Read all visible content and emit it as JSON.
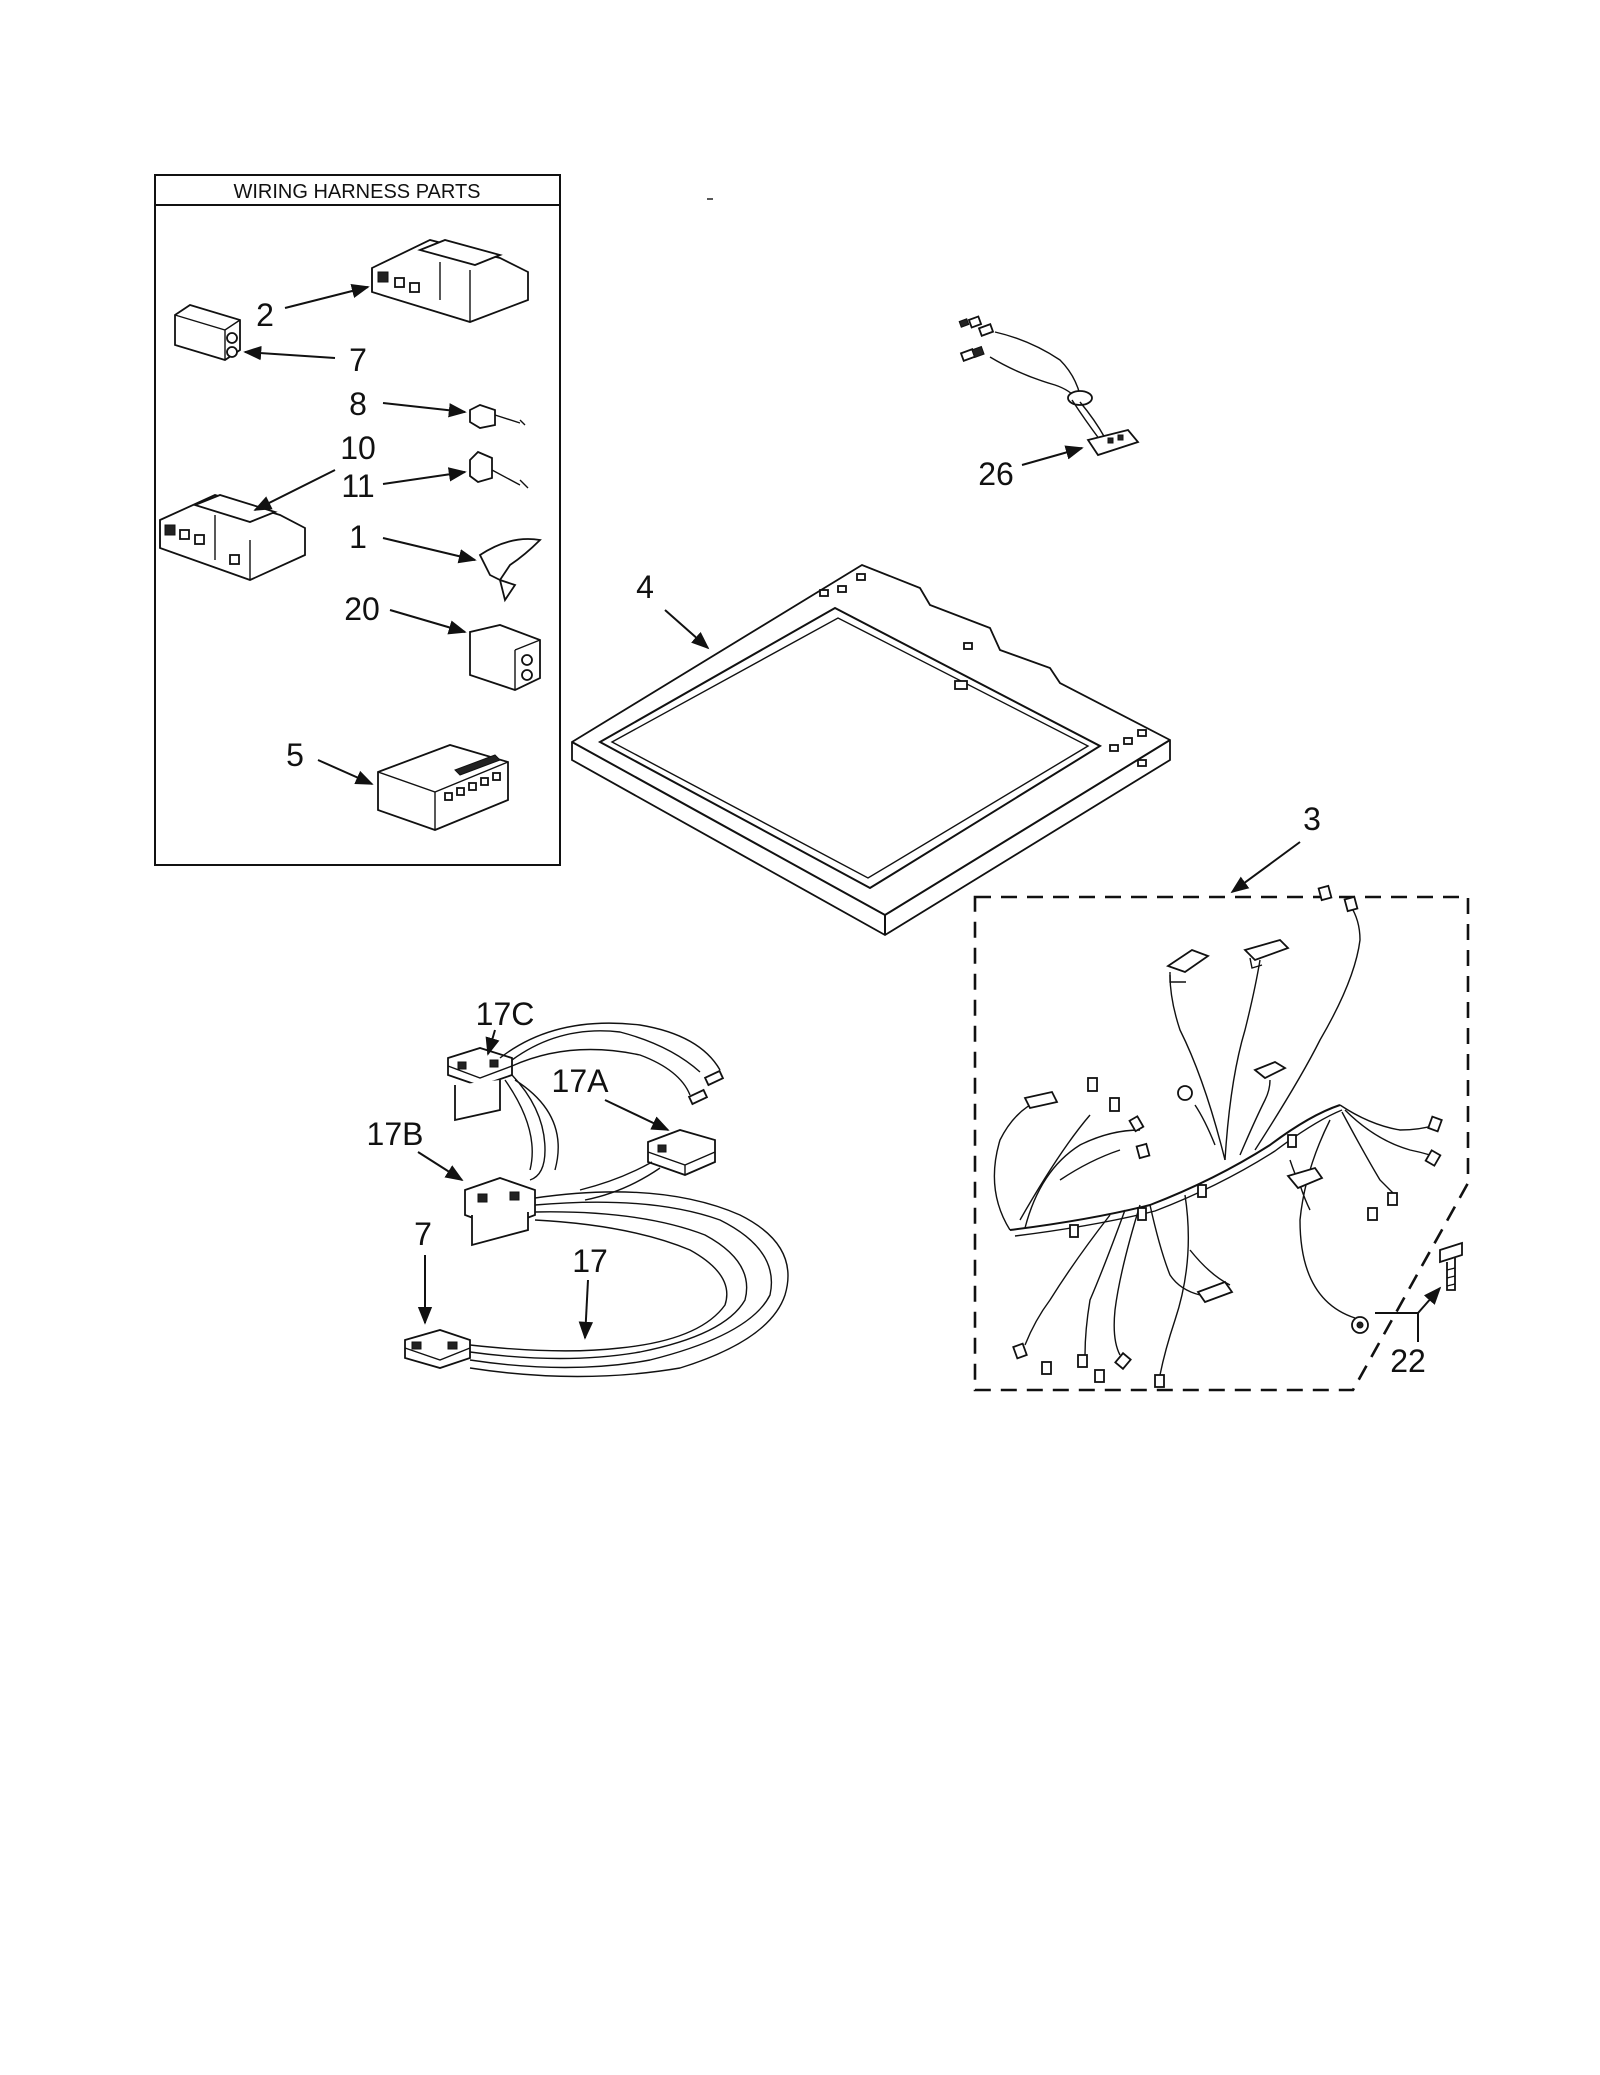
{
  "box_title": "WIRING HARNESS PARTS",
  "labels": {
    "l2": "2",
    "l7a": "7",
    "l8": "8",
    "l10": "10",
    "l11": "11",
    "l1": "1",
    "l20": "20",
    "l5": "5",
    "l26": "26",
    "l4": "4",
    "l3": "3",
    "l17c": "17C",
    "l17a": "17A",
    "l17b": "17B",
    "l7b": "7",
    "l17": "17",
    "l22": "22"
  }
}
